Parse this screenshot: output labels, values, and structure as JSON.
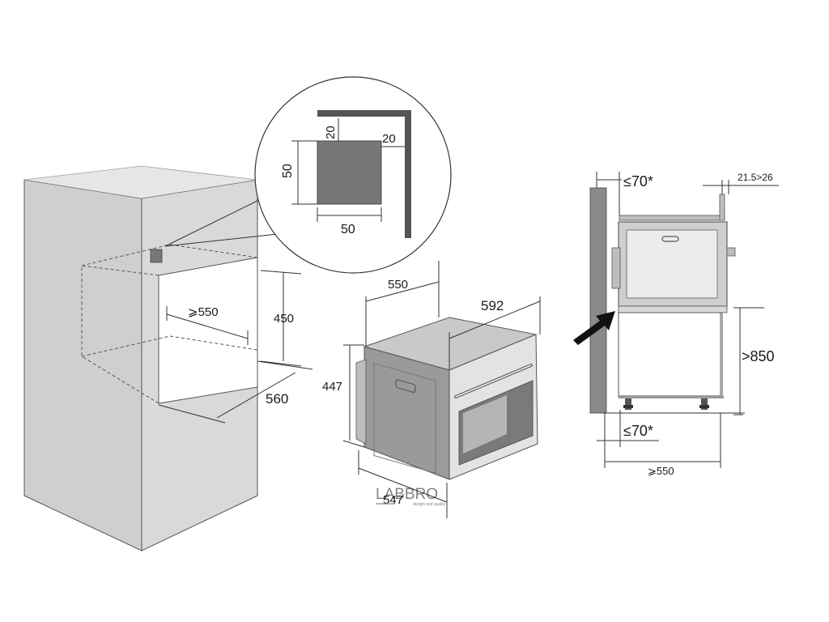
{
  "detail_circle": {
    "vent_height": "50",
    "vent_width": "50",
    "offset_top": "20",
    "offset_side": "20"
  },
  "cabinet": {
    "depth_min": "⩾550",
    "opening_height": "450",
    "opening_width": "560"
  },
  "oven": {
    "depth": "550",
    "width": "592",
    "height": "447",
    "front_width": "547"
  },
  "side_view": {
    "top_gap": "≤70*",
    "bottom_gap": "≤70*",
    "rail_gap": "21.5>26",
    "floor_height": ">850",
    "base_depth": "⩾550"
  },
  "watermark": {
    "brand": "LABBRO",
    "tagline": "design and quality"
  }
}
